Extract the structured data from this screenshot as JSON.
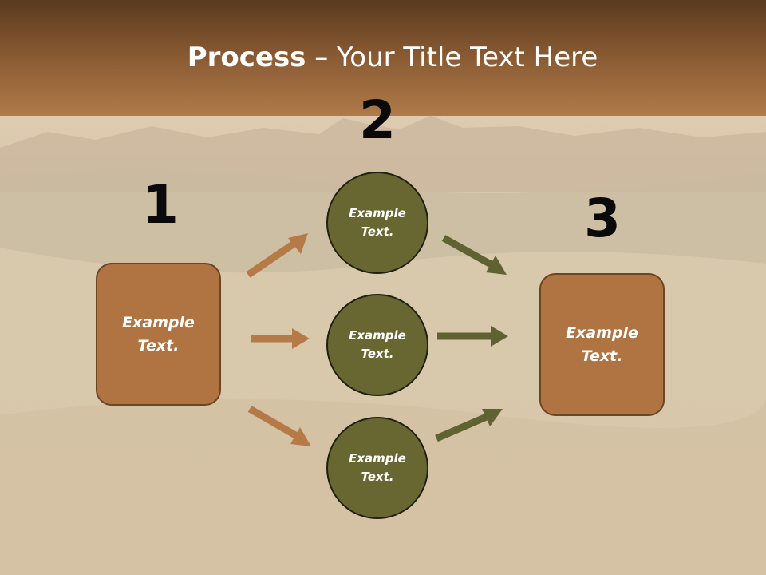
{
  "title": {
    "bold": "Process",
    "rest": " – Your Title Text Here"
  },
  "steps": {
    "one": "1",
    "two": "2",
    "three": "3"
  },
  "left_box": {
    "line1": "Example",
    "line2": "Text."
  },
  "right_box": {
    "line1": "Example",
    "line2": "Text."
  },
  "circles": [
    {
      "line1": "Example",
      "line2": "Text."
    },
    {
      "line1": "Example",
      "line2": "Text."
    },
    {
      "line1": "Example",
      "line2": "Text."
    }
  ],
  "colors": {
    "box": "#b07443",
    "circle": "#686732",
    "arrow_left": "#b67a48",
    "arrow_right": "#5f6332"
  }
}
